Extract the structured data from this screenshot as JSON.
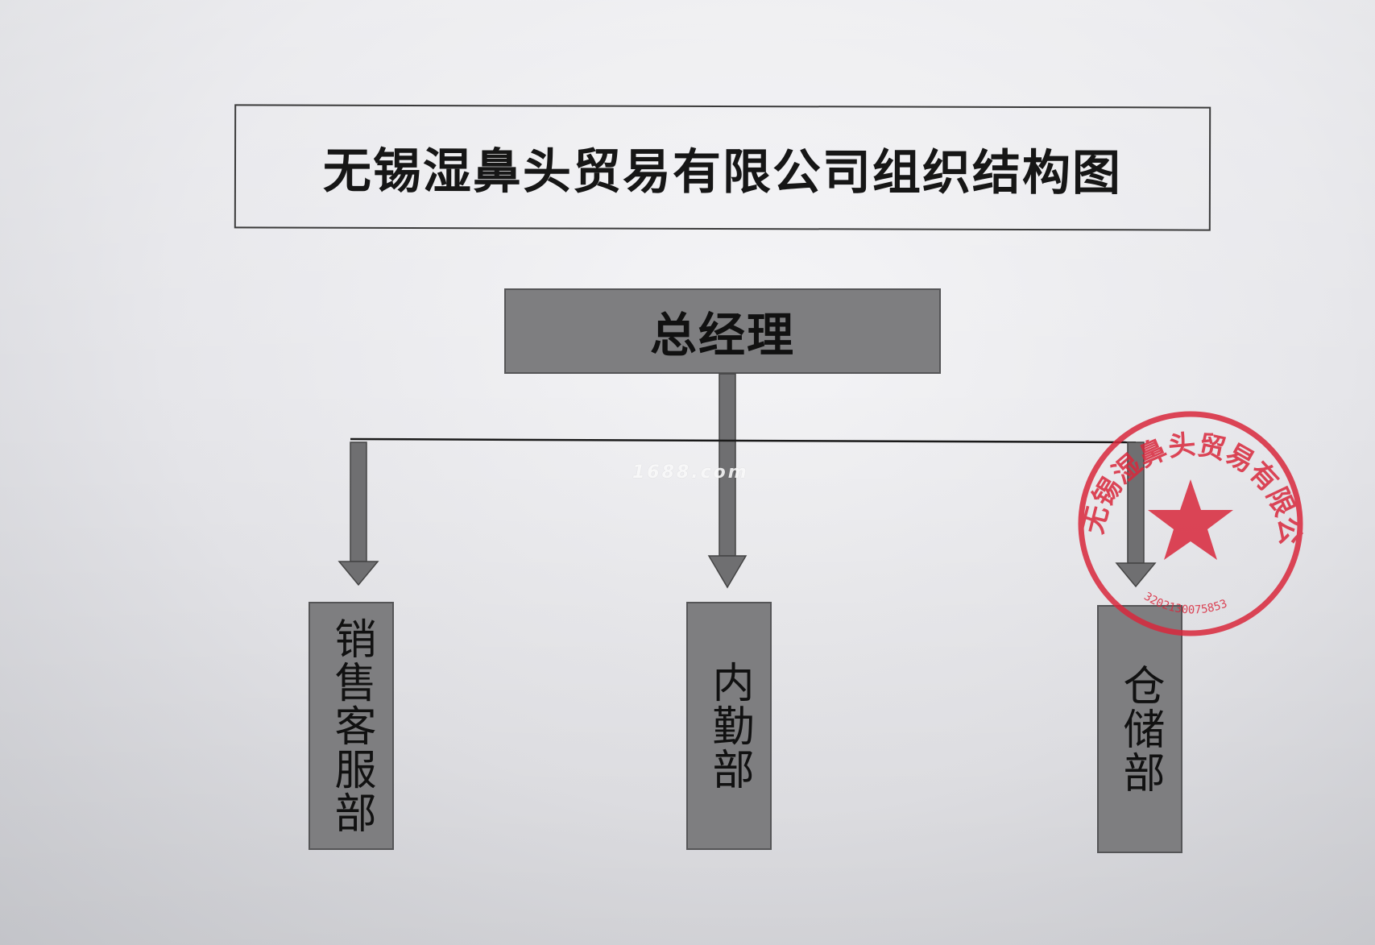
{
  "title": "无锡湿鼻头贸易有限公司组织结构图",
  "root": {
    "label": "总经理"
  },
  "departments": [
    {
      "label": "销售客服部"
    },
    {
      "label": "内勤部"
    },
    {
      "label": "仓储部"
    }
  ],
  "watermark": "1688.com",
  "seal": {
    "text": "无锡湿鼻头贸易有限公司",
    "number": "3202130075853",
    "color": "#d9283c"
  },
  "colors": {
    "node_fill": "#7e7e80",
    "line": "#1a1a1a",
    "arrow": "#6f6f71"
  }
}
